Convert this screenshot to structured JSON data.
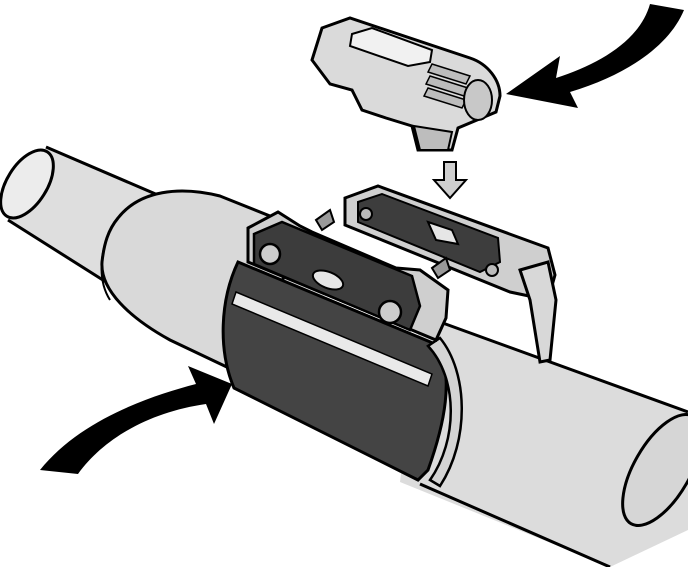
{
  "figure": {
    "parts": [
      {
        "name": "pipe",
        "shape": "cylinder"
      },
      {
        "name": "wrap-sleeve",
        "shape": "band"
      },
      {
        "name": "clamp-body",
        "shape": "saddle"
      },
      {
        "name": "clamp-cover",
        "shape": "cap"
      },
      {
        "name": "insert-arrow",
        "shape": "arrow"
      },
      {
        "name": "curved-arrow-top-right",
        "shape": "arrow"
      },
      {
        "name": "curved-arrow-bottom-left",
        "shape": "arrow"
      }
    ],
    "colors": {
      "outline": "#000000",
      "pipe": "#d9d9d9",
      "sleeve": "#454545",
      "clamp_dark": "#3c3c3c",
      "clamp_light": "#d3d3d3",
      "cover": "#dadada",
      "background": "#ffffff"
    }
  }
}
